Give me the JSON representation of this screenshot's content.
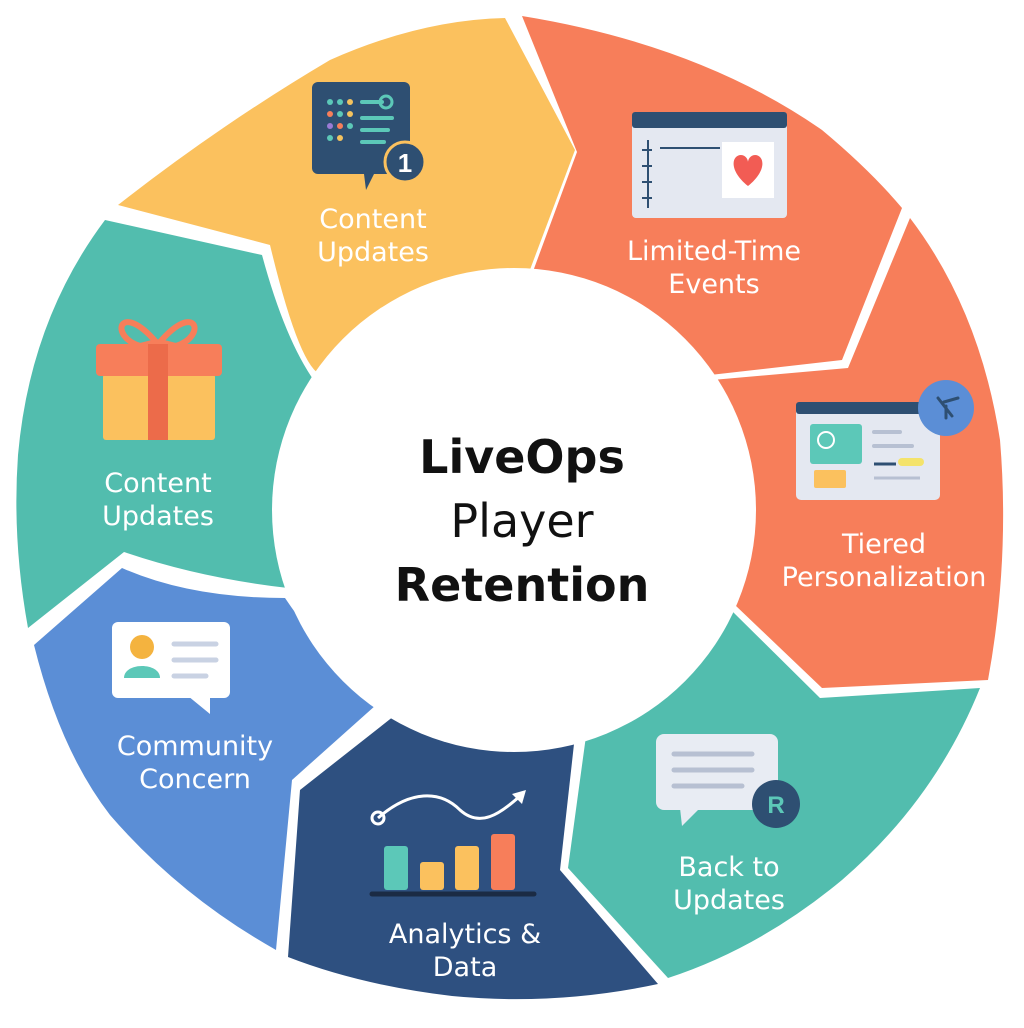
{
  "diagram": {
    "center": {
      "line1": "LiveOps",
      "line2": "Player",
      "line3": "Retention"
    },
    "segments": [
      {
        "id": "content-updates-top",
        "line1": "Content",
        "line2": "Updates",
        "color": "#FBC15E",
        "icon": "content-board-icon",
        "badge": "1"
      },
      {
        "id": "limited-time-events",
        "line1": "Limited-Time",
        "line2": "Events",
        "color": "#F77E5A",
        "icon": "event-calendar-heart-icon"
      },
      {
        "id": "tiered-personalization",
        "line1": "Tiered",
        "line2": "Personalization",
        "color": "#F77E5A",
        "icon": "personalization-dashboard-icon"
      },
      {
        "id": "back-to-updates",
        "line1": "Back to",
        "line2": "Updates",
        "color": "#52BDAE",
        "icon": "chat-bubble-icon",
        "badge": "R"
      },
      {
        "id": "analytics-data",
        "line1": "Analytics &",
        "line2": "Data",
        "color": "#2E5080",
        "icon": "bar-chart-trend-icon"
      },
      {
        "id": "community-concern",
        "line1": "Community",
        "line2": "Concern",
        "color": "#5B8ED6",
        "icon": "user-message-icon"
      },
      {
        "id": "content-updates-left",
        "line1": "Content",
        "line2": "Updates",
        "color": "#52BDAE",
        "icon": "gift-box-icon"
      }
    ]
  }
}
